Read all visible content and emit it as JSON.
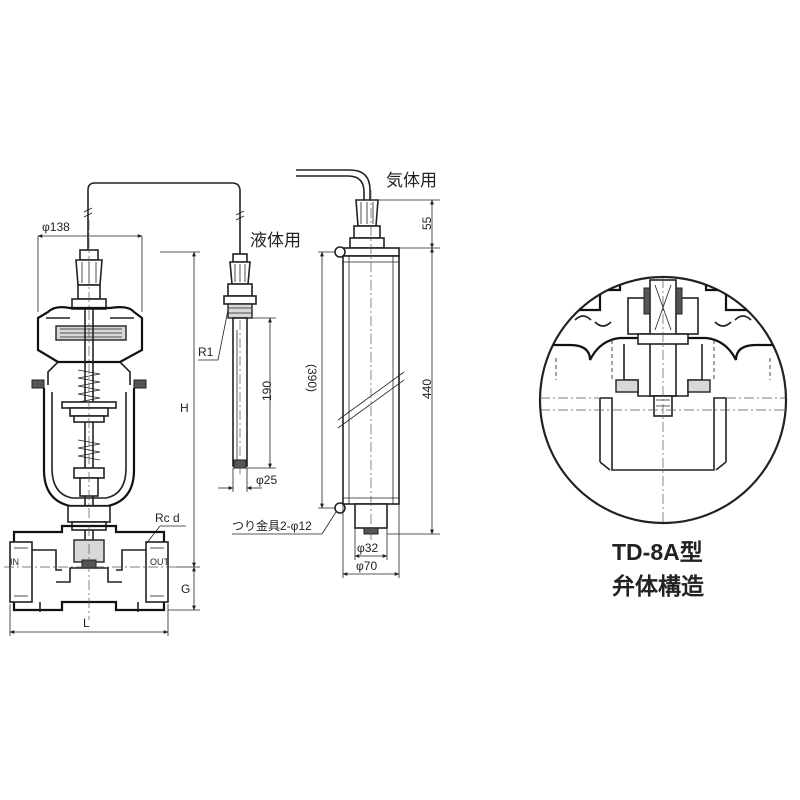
{
  "labels": {
    "gas_use": "気体用",
    "liquid_use": "液体用",
    "title_line1": "TD-8A型",
    "title_line2": "弁体構造",
    "mount_fitting": "つり金具2-φ12"
  },
  "dimensions": {
    "d138": "φ138",
    "H": "H",
    "G": "G",
    "L": "L",
    "rc": "Rc d",
    "r1": "R1",
    "len190": "190",
    "d25": "φ25",
    "len390": "(390)",
    "len440": "440",
    "len55": "55",
    "d32": "φ32",
    "d70": "φ70"
  },
  "ports": {
    "in": "IN",
    "out": "OUT"
  }
}
